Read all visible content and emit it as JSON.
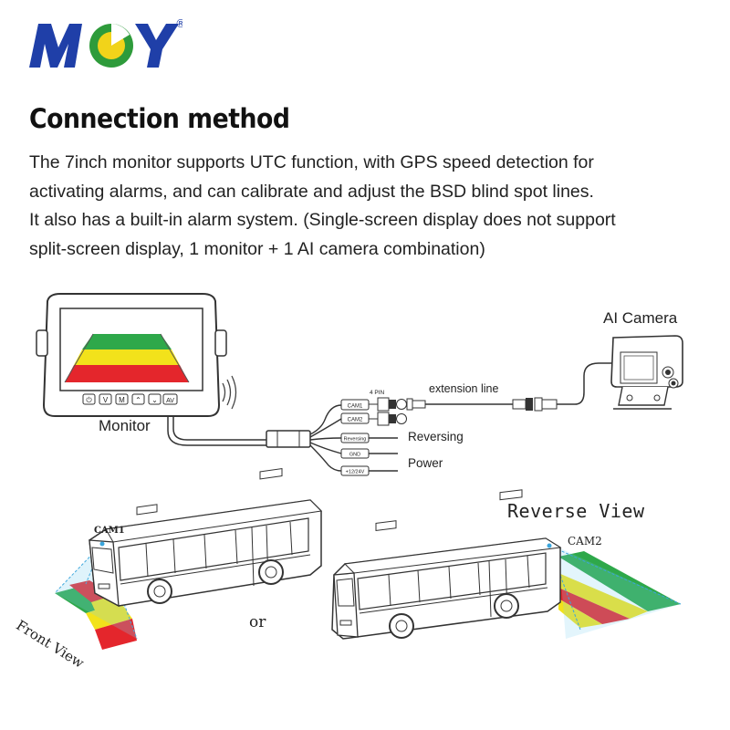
{
  "brand": {
    "logo_text": "MCY",
    "registered_mark": "®",
    "colors": {
      "blue": "#1f3fa8",
      "green": "#2e9b3b",
      "yellow": "#f1d31a"
    }
  },
  "header": {
    "title": "Connection method"
  },
  "description": {
    "lines": [
      "The 7inch monitor supports UTC function, with GPS speed detection for",
      "activating alarms, and can calibrate and adjust the BSD blind spot lines.",
      "It also has a built-in alarm system. (Single-screen display does not support",
      "split-screen display, 1 monitor + 1 AI camera combination)"
    ]
  },
  "wiring": {
    "monitor_label": "Monitor",
    "camera_label": "AI Camera",
    "pin_label": "4 PIN",
    "extension_label": "extension line",
    "cam1_tag": "CAM1",
    "cam2_tag": "CAM2",
    "reversing_tag": "Reversing",
    "gnd_tag": "GND",
    "power_tag": "+12/24V",
    "reversing_label": "Reversing",
    "power_label": "Power",
    "monitor_buttons": [
      "⏻",
      "V",
      "M",
      "⌃",
      "⌄",
      "AV"
    ]
  },
  "views": {
    "front_cam_label": "CAM1",
    "front_view_label": "Front View",
    "or_label": "or",
    "reverse_view_label": "Reverse View",
    "rear_cam_label": "CAM2"
  },
  "colors": {
    "zone_green": "#2ea84a",
    "zone_yellow": "#f2e21b",
    "zone_red": "#e4262c",
    "line": "#333333"
  }
}
